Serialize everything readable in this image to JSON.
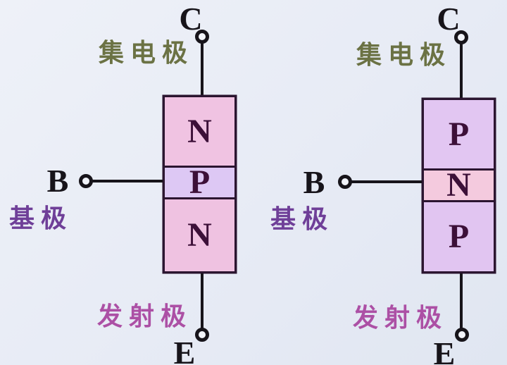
{
  "figure": {
    "background_color": "#e7ebf5",
    "wire_color": "#17141a",
    "box_border_color": "#2b1530",
    "terminal_letter_color": "#17141a",
    "layer_letter_color": "#3c1038",
    "label_colors": {
      "collector": "#6b7244",
      "base": "#6f3f98",
      "emitter": "#ac50a5"
    }
  },
  "shared_labels": {
    "collector_terminal": "C",
    "collector": "集电极",
    "base_terminal": "B",
    "base": "基极",
    "emitter_terminal": "E",
    "emitter": "发射极"
  },
  "transistors": [
    {
      "type": "NPN",
      "layers": [
        {
          "label": "N",
          "color": "#f0c3e2"
        },
        {
          "label": "P",
          "color": "#ddc8f4"
        },
        {
          "label": "N",
          "color": "#efc2e1"
        }
      ]
    },
    {
      "type": "PNP",
      "layers": [
        {
          "label": "P",
          "color": "#e2c6f2"
        },
        {
          "label": "N",
          "color": "#f4cade"
        },
        {
          "label": "P",
          "color": "#e1c5f1"
        }
      ]
    }
  ]
}
